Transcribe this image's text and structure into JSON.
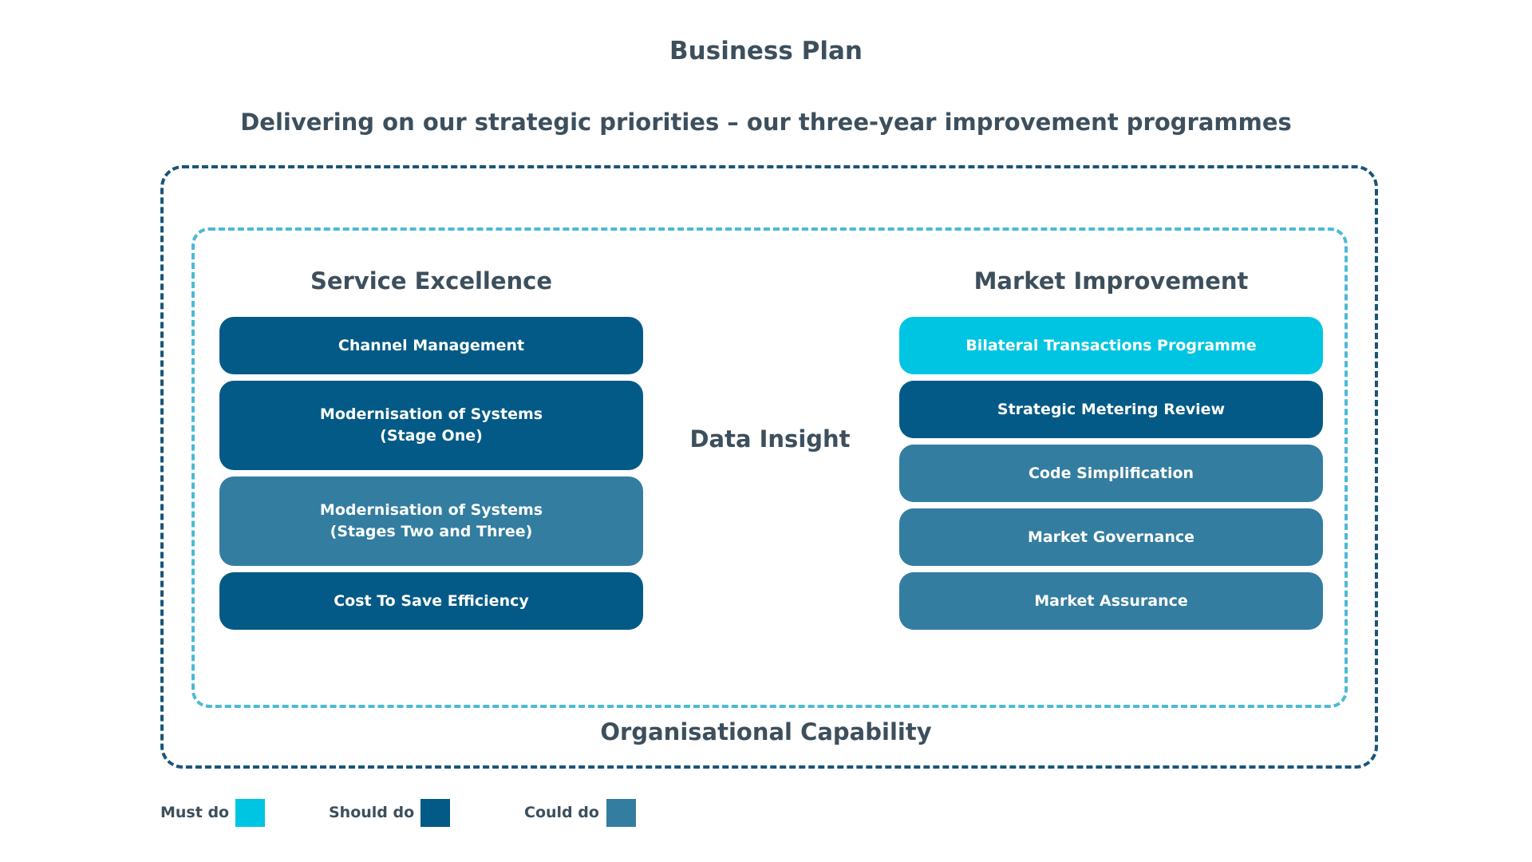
{
  "header": {
    "title": "Business Plan",
    "subtitle": "Delivering on our strategic priorities – our three-year improvement programmes"
  },
  "colors": {
    "must_do": "#00c5e2",
    "should_do": "#035a86",
    "could_do": "#337da0",
    "outer_frame": "#1a5578",
    "inner_frame": "#4cbad6",
    "text": "#3d4f5c"
  },
  "service_excellence": {
    "heading": "Service Excellence",
    "items": [
      {
        "label": "Channel Management",
        "priority": "should_do"
      },
      {
        "label": "Modernisation of Systems\n(Stage One)",
        "priority": "should_do"
      },
      {
        "label": "Modernisation of Systems\n(Stages Two and Three)",
        "priority": "could_do"
      },
      {
        "label": "Cost To Save Efficiency",
        "priority": "should_do"
      }
    ]
  },
  "market_improvement": {
    "heading": "Market Improvement",
    "items": [
      {
        "label": "Bilateral Transactions Programme",
        "priority": "must_do"
      },
      {
        "label": "Strategic Metering Review",
        "priority": "should_do"
      },
      {
        "label": "Code Simplification",
        "priority": "could_do"
      },
      {
        "label": "Market Governance",
        "priority": "could_do"
      },
      {
        "label": "Market Assurance",
        "priority": "could_do"
      }
    ]
  },
  "center_label": "Data Insight",
  "bottom_label": "Organisational Capability",
  "legend": [
    {
      "label": "Must do",
      "priority": "must_do"
    },
    {
      "label": "Should do",
      "priority": "should_do"
    },
    {
      "label": "Could do",
      "priority": "could_do"
    }
  ]
}
